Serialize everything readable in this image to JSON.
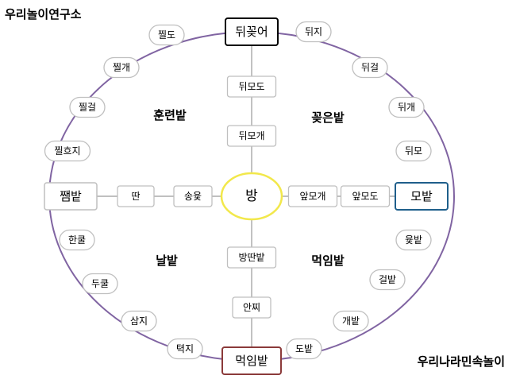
{
  "labels": {
    "top_left": "우리놀이연구소",
    "bottom_right": "우리나라민속놀이"
  },
  "colors": {
    "ring": "#8064a2",
    "line": "#9a9a9a",
    "node_border": "#bfbfbf",
    "center_border": "#f2e84b",
    "top_corner_border": "#000000",
    "right_corner_border": "#1f5f8b",
    "bottom_corner_border": "#8b3a3a",
    "left_corner_border": "#bfbfbf"
  },
  "corners": {
    "top": "뒤꽂어",
    "right": "모밭",
    "bottom": "먹임밭",
    "left": "쨈밭"
  },
  "center": "방",
  "ring": {
    "top_right": [
      "뒤지",
      "뒤걸",
      "뒤개",
      "뒤모"
    ],
    "bottom_right": [
      "윷밭",
      "걸밭",
      "개밭",
      "도밭"
    ],
    "bottom_left": [
      "텩지",
      "삼지",
      "두쿨",
      "한쿨"
    ],
    "top_left": [
      "찔흐지",
      "찔걸",
      "찔개",
      "찔도"
    ]
  },
  "spokes": {
    "up": [
      "뒤모개",
      "뒤모도"
    ],
    "right": [
      "앞모개",
      "앞모도"
    ],
    "down": [
      "방딴밭",
      "안찌"
    ],
    "left": [
      "송윷",
      "딴"
    ]
  },
  "quadrants": {
    "top_left": "훈련밭",
    "top_right": "꽂은밭",
    "bottom_left": "날밭",
    "bottom_right": "먹임밭"
  }
}
